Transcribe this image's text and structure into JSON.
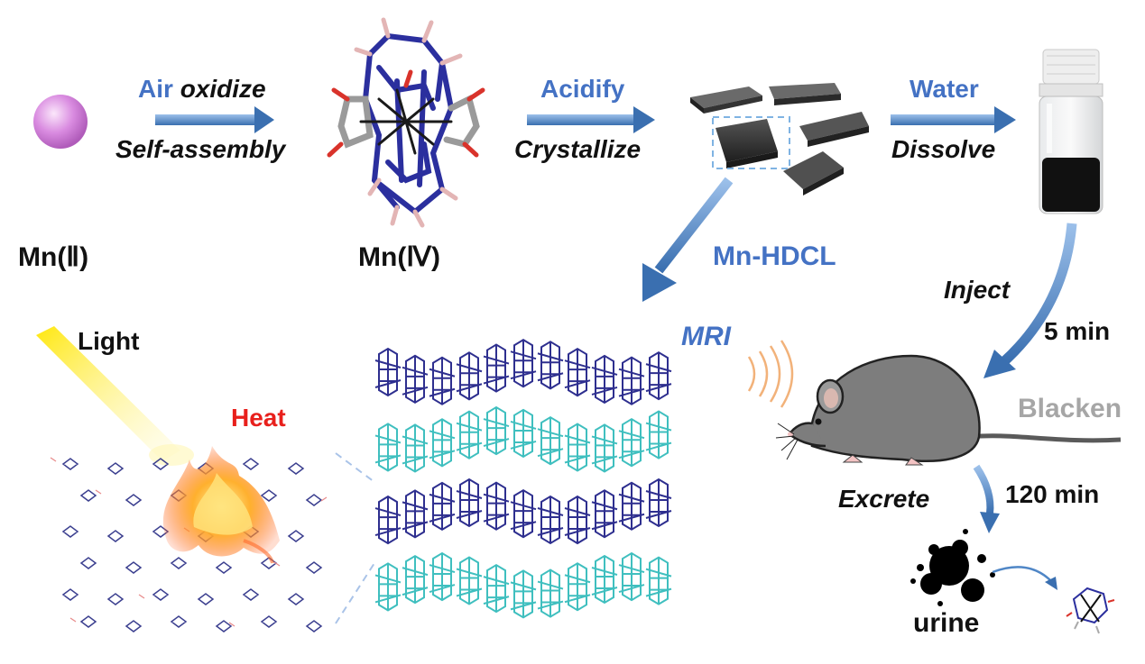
{
  "labels": {
    "mn2": "Mn(Ⅱ)",
    "mn4": "Mn(Ⅳ)",
    "air": "Air",
    "oxidize": "oxidize",
    "self_assembly": "Self-assembly",
    "acidify": "Acidify",
    "crystallize": "Crystallize",
    "water": "Water",
    "dissolve": "Dissolve",
    "mn_hdcl": "Mn-HDCL",
    "inject": "Inject",
    "five_min": "5 min",
    "mri": "MRI",
    "blacken": "Blacken",
    "light": "Light",
    "heat": "Heat",
    "excrete": "Excrete",
    "min120": "120 min",
    "urine": "urine"
  },
  "colors": {
    "arrow_blue": "#4f86c6",
    "label_blue": "#4472c4",
    "heat_red": "#e8201c",
    "blacken_gray": "#a6a6a6",
    "layer_dark": "#2e2f8f",
    "layer_cyan": "#3fbfbf",
    "mri_wave": "#f2b27a"
  },
  "icons": {
    "mn2_sphere": "sphere-icon",
    "vial": "vial-icon",
    "mouse": "mouse-icon",
    "fire": "fire-icon"
  }
}
